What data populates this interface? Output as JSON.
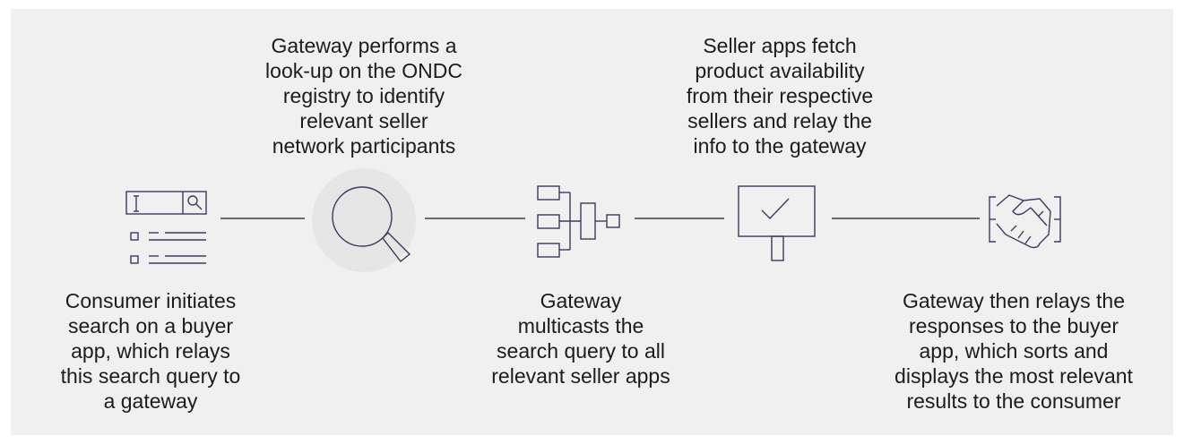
{
  "steps": [
    {
      "id": "step-1",
      "icon": "search-form-icon",
      "text": "Consumer initiates\nsearch on a buyer\napp, which relays\nthis search query to\na gateway"
    },
    {
      "id": "step-2",
      "icon": "magnifier-icon",
      "text": "Gateway performs a\nlook-up on the ONDC\nregistry to identify\nrelevant seller\nnetwork participants"
    },
    {
      "id": "step-3",
      "icon": "multicast-tree-icon",
      "text": "Gateway\nmulticasts the\nsearch query to all\nrelevant seller apps"
    },
    {
      "id": "step-4",
      "icon": "checkmark-sign-icon",
      "text": "Seller apps fetch\nproduct availability\nfrom their respective\nsellers and relay the\ninfo to the gateway"
    },
    {
      "id": "step-5",
      "icon": "handshake-icon",
      "text": "Gateway then relays the\nresponses to the buyer\napp, which sorts and\ndisplays the most relevant\nresults to the consumer"
    }
  ],
  "colors": {
    "background": "#f0f0f0",
    "icon_stroke": "#3d3a5c",
    "connector": "#6b6b6b",
    "highlight": "#e6e6e6",
    "text": "#1c1c1c"
  }
}
